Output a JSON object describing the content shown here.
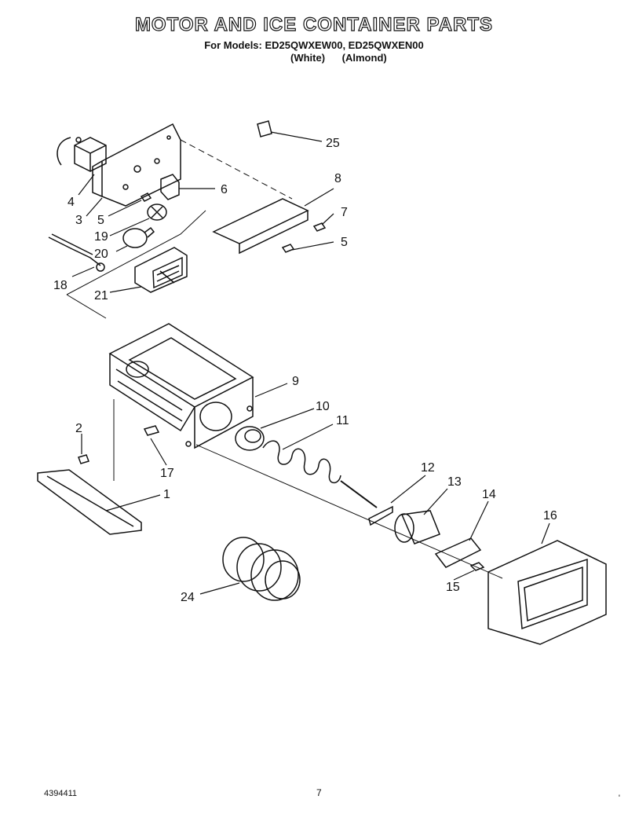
{
  "header": {
    "title": "MOTOR AND ICE CONTAINER PARTS",
    "models_line": "For Models: ED25QWXEW00, ED25QWXEN00",
    "color_white": "(White)",
    "color_almond": "(Almond)"
  },
  "callouts": {
    "c1": "1",
    "c2": "2",
    "c3": "3",
    "c4": "4",
    "c5a": "5",
    "c5b": "5",
    "c6": "6",
    "c7": "7",
    "c8": "8",
    "c9": "9",
    "c10": "10",
    "c11": "11",
    "c12": "12",
    "c13": "13",
    "c14": "14",
    "c15": "15",
    "c16": "16",
    "c17": "17",
    "c18": "18",
    "c19": "19",
    "c20": "20",
    "c21": "21",
    "c24": "24",
    "c25": "25"
  },
  "footer": {
    "doc_number": "4394411",
    "page_number": "7",
    "corner_mark": "'"
  }
}
